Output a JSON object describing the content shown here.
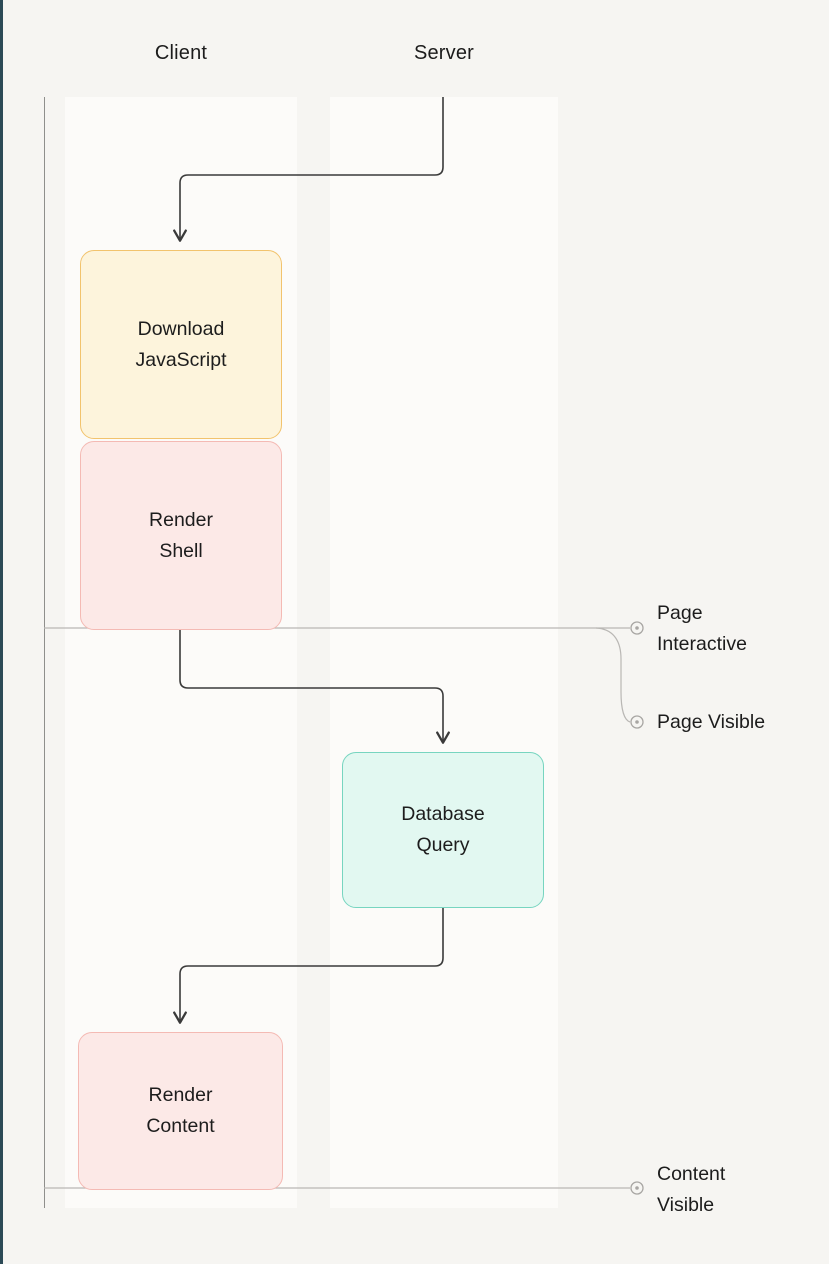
{
  "colors": {
    "background": "#f6f5f2",
    "lane_background": "#fcfbf9",
    "left_edge": "#2c4a56",
    "connector": "#3a3a3a",
    "milestone_line": "#b9b7b4",
    "milestone_marker": "#a8a6a3",
    "box_yellow_fill": "#fdf4dc",
    "box_yellow_border": "#f2c36d",
    "box_pink_fill": "#fce9e7",
    "box_pink_border": "#f4bab4",
    "box_teal_fill": "#e2f8f1",
    "box_teal_border": "#77d5c0"
  },
  "lanes": [
    {
      "label": "Client"
    },
    {
      "label": "Server"
    }
  ],
  "boxes": [
    {
      "id": "download-javascript",
      "lane": "Client",
      "label": "Download\nJavaScript",
      "fill": "#fdf4dc",
      "border": "#f2c36d"
    },
    {
      "id": "render-shell",
      "lane": "Client",
      "label": "Render\nShell",
      "fill": "#fce9e7",
      "border": "#f4bab4"
    },
    {
      "id": "database-query",
      "lane": "Server",
      "label": "Database\nQuery",
      "fill": "#e2f8f1",
      "border": "#77d5c0"
    },
    {
      "id": "render-content",
      "lane": "Client",
      "label": "Render\nContent",
      "fill": "#fce9e7",
      "border": "#f4bab4"
    }
  ],
  "milestones": [
    {
      "label": "Page\nInteractive"
    },
    {
      "label": "Page Visible"
    },
    {
      "label": "Content\nVisible"
    }
  ]
}
